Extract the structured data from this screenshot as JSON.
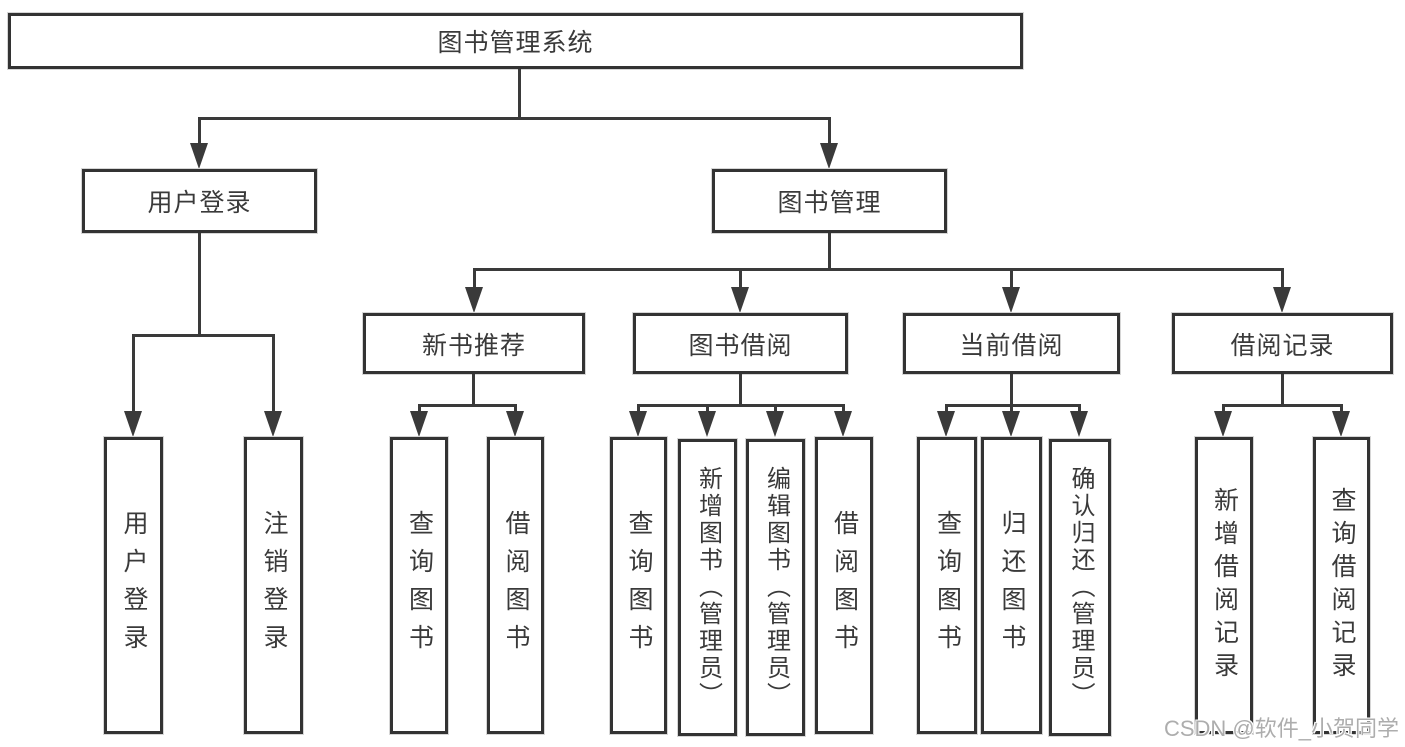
{
  "root": {
    "label": "图书管理系统"
  },
  "tree": [
    {
      "label": "用户登录",
      "children": [
        {
          "label": "用户登录"
        },
        {
          "label": "注销登录"
        }
      ]
    },
    {
      "label": "图书管理",
      "children": [
        {
          "label": "新书推荐",
          "children": [
            {
              "label": "查询图书"
            },
            {
              "label": "借阅图书"
            }
          ]
        },
        {
          "label": "图书借阅",
          "children": [
            {
              "label": "查询图书"
            },
            {
              "label": "新增图书（管理员）"
            },
            {
              "label": "编辑图书（管理员）"
            },
            {
              "label": "借阅图书"
            }
          ]
        },
        {
          "label": "当前借阅",
          "children": [
            {
              "label": "查询图书"
            },
            {
              "label": "归还图书"
            },
            {
              "label": "确认归还（管理员）"
            }
          ]
        },
        {
          "label": "借阅记录",
          "children": [
            {
              "label": "新增借阅记录"
            },
            {
              "label": "查询借阅记录"
            }
          ]
        }
      ]
    }
  ],
  "colors": {
    "line": "#3a3a3a",
    "border": "#333333",
    "text": "#3a3a3a",
    "watermark": "#adadad"
  },
  "watermark": "CSDN @软件_小贺同学"
}
